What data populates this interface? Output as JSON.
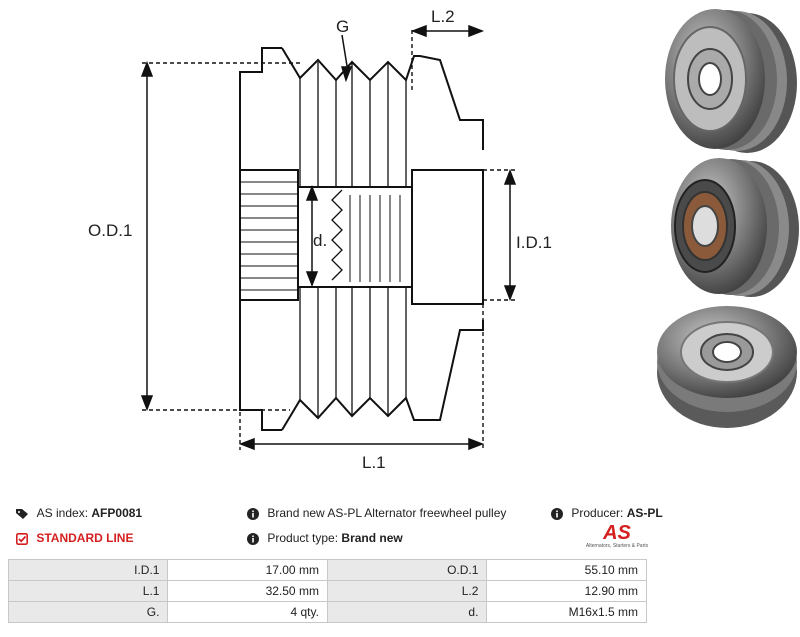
{
  "drawing": {
    "labels": {
      "g": "G",
      "l2": "L.2",
      "od1": "O.D.1",
      "d": "d.",
      "id1": "I.D.1",
      "l1": "L.1"
    }
  },
  "photos": [
    {
      "name": "pulley-front-view"
    },
    {
      "name": "pulley-back-view"
    },
    {
      "name": "pulley-angled-view"
    }
  ],
  "info": {
    "as_index_label": "AS index:",
    "as_index_value": "AFP0081",
    "description": "Brand new AS-PL Alternator freewheel pulley",
    "producer_label": "Producer:",
    "producer_value": "AS-PL",
    "line": "STANDARD LINE",
    "product_type_label": "Product type:",
    "product_type_value": "Brand new",
    "logo_mark": "AS",
    "logo_tagline": "Alternators, Starters & Parts"
  },
  "specs": [
    {
      "k1": "I.D.1",
      "v1": "17.00 mm",
      "k2": "O.D.1",
      "v2": "55.10 mm"
    },
    {
      "k1": "L.1",
      "v1": "32.50 mm",
      "k2": "L.2",
      "v2": "12.90 mm"
    },
    {
      "k1": "G.",
      "v1": "4 qty.",
      "k2": "d.",
      "v2": "M16x1.5 mm"
    }
  ],
  "colors": {
    "accent_red": "#d42020",
    "table_key_bg": "#e9e9e9",
    "table_border": "#c8c8c8"
  }
}
